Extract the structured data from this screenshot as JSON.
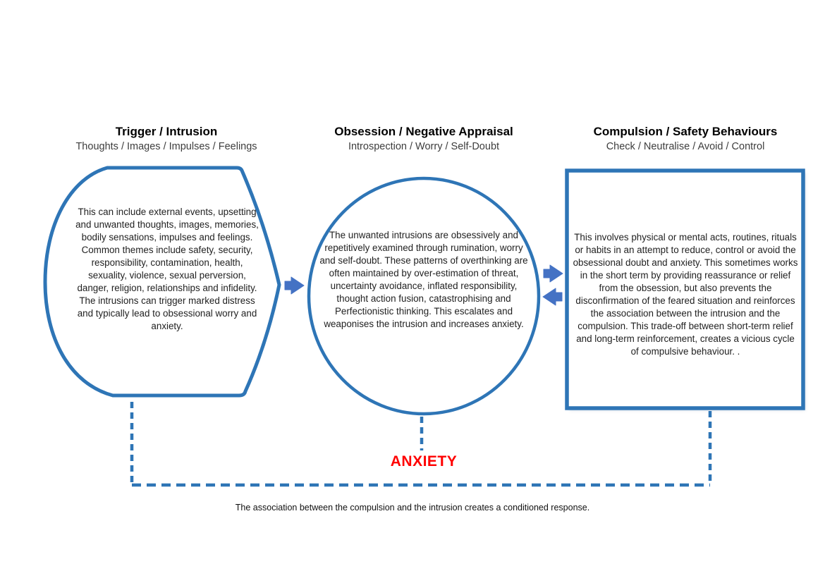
{
  "columns": [
    {
      "title": "Trigger / Intrusion",
      "subtitle": "Thoughts / Images / Impulses / Feelings",
      "body": "This can include external events, upsetting and unwanted thoughts, images, memories, bodily sensations, impulses and feelings. Common themes include safety, security, responsibility, contamination, health, sexuality, violence, sexual perversion, danger, religion, relationships and infidelity. The intrusions can trigger marked distress and typically lead to obsessional worry and anxiety."
    },
    {
      "title": "Obsession / Negative Appraisal",
      "subtitle": "Introspection / Worry / Self-Doubt",
      "body": "The unwanted intrusions are obsessively and repetitively examined through rumination, worry and self-doubt. These patterns of overthinking are often maintained by over-estimation of threat, uncertainty avoidance, inflated responsibility, thought action fusion, catastrophising and Perfectionistic thinking. This escalates and weaponises the intrusion and  increases anxiety."
    },
    {
      "title": "Compulsion / Safety Behaviours",
      "subtitle": "Check / Neutralise / Avoid / Control",
      "body": "This involves physical or mental acts, routines, rituals or habits in an attempt to reduce, control or avoid  the obsessional doubt and anxiety. This sometimes works in the short term by providing reassurance or relief from the obsession, but also prevents the disconfirmation of the feared situation and reinforces the association between the intrusion and the compulsion. This trade-off between short-term relief and long-term reinforcement, creates a vicious cycle of compulsive behaviour. ."
    }
  ],
  "anxiety_label": "ANXIETY",
  "footer_caption": "The association between the compulsion and the intrusion creates a conditioned response.",
  "colors": {
    "shape_stroke": "#2E75B6",
    "arrow_fill": "#4472C4",
    "anxiety_red": "#FF0000",
    "body_text": "#1F1F1F"
  }
}
